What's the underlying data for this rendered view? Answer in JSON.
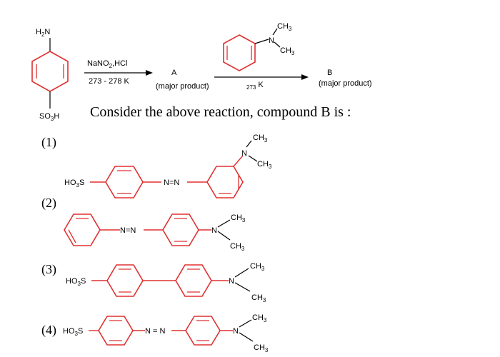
{
  "reaction": {
    "reactant_amine": "H2N",
    "reactant_acid": "SO3H",
    "reagent1_top": "NaNO2,HCl",
    "reagent1_bottom": "273 - 278 K",
    "product_a": "A",
    "product_a_note": "(major product)",
    "reagent2_bottom": "273 K",
    "reagent2_ch3_top": "CH3",
    "reagent2_n": "N",
    "reagent2_ch3_bottom": "CH3",
    "product_b": "B",
    "product_b_note": "(major product)"
  },
  "question": "Consider the above reaction, compound B is :",
  "options": [
    {
      "number": "(1)",
      "left_group": "HO3S",
      "azo": "N=N",
      "n": "N",
      "ch3_top": "CH3",
      "ch3_bottom": "CH3"
    },
    {
      "number": "(2)",
      "azo": "N=N",
      "n": "N",
      "ch3_top": "CH3",
      "ch3_bottom": "CH3"
    },
    {
      "number": "(3)",
      "left_group": "HO3S",
      "n": "N",
      "ch3_top": "CH3",
      "ch3_bottom": "CH3"
    },
    {
      "number": "(4)",
      "left_group": "HO3S",
      "azo": "N = N",
      "n": "N",
      "ch3_top": "CH3",
      "ch3_bottom": "CH3"
    }
  ]
}
